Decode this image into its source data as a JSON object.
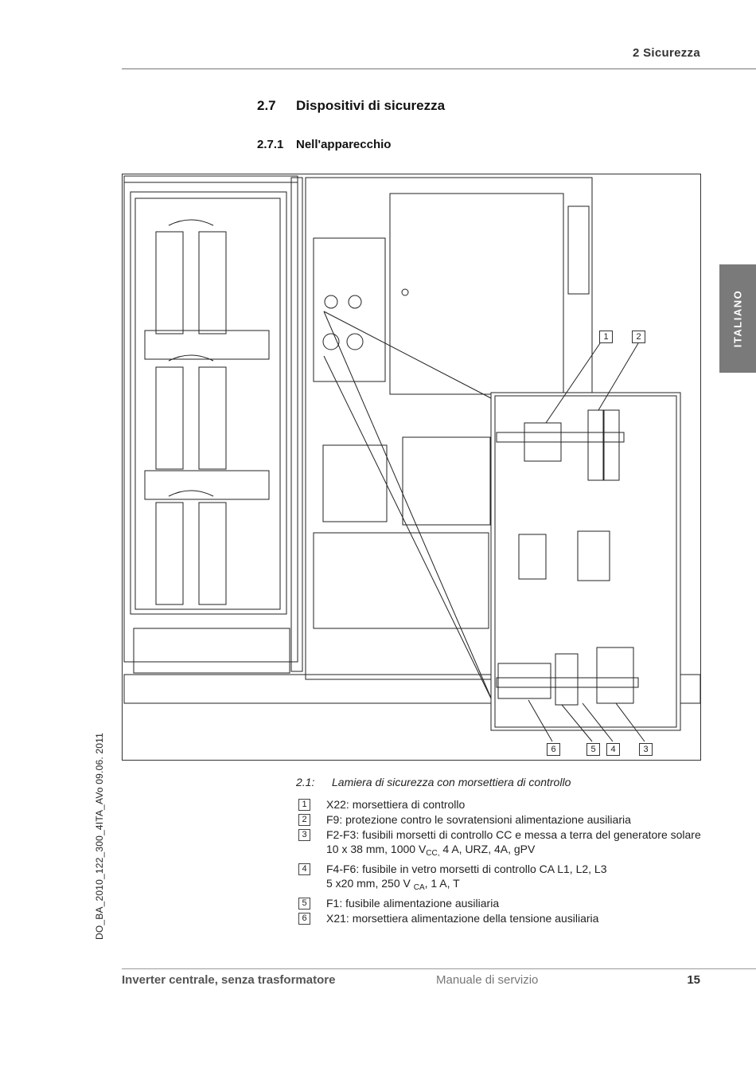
{
  "header": {
    "chapter": "2 Sicurezza"
  },
  "section": {
    "number": "2.7",
    "title": "Dispositivi di sicurezza"
  },
  "subsection": {
    "number": "2.7.1",
    "title": "Nell'apparecchio"
  },
  "side_tab": {
    "label": "ITALIANO"
  },
  "doc_ref": "DO_BA_2010_122_300_4ITA_AVo   09.06. 2011",
  "figure": {
    "callouts": [
      "1",
      "2",
      "6",
      "5",
      "4",
      "3"
    ],
    "caption_number": "2.1:",
    "caption_text": "Lamiera di sicurezza con morsettiera di controllo"
  },
  "legend": [
    {
      "num": "1",
      "text": "X22: morsettiera di controllo"
    },
    {
      "num": "2",
      "text": "F9: protezione contro le sovratensioni alimentazione ausiliaria"
    },
    {
      "num": "3",
      "text": "F2-F3: fusibili morsetti di controllo CC e messa a terra del generatore solare",
      "line2_pre": "10 x 38 mm, 1000 V",
      "line2_sub": "CC,",
      "line2_post": " 4 A, URZ, 4A, gPV"
    },
    {
      "num": "4",
      "text": "F4-F6: fusibile in vetro morsetti di controllo CA L1, L2, L3",
      "line2_pre": "5 x20 mm, 250 V ",
      "line2_sub": "CA",
      "line2_post": ", 1 A, T"
    },
    {
      "num": "5",
      "text": "F1: fusibile alimentazione ausiliaria"
    },
    {
      "num": "6",
      "text": "X21: morsettiera alimentazione della tensione ausiliaria"
    }
  ],
  "footer": {
    "title": "Inverter centrale, senza trasformatore",
    "subtitle": "Manuale di servizio",
    "page": "15"
  }
}
